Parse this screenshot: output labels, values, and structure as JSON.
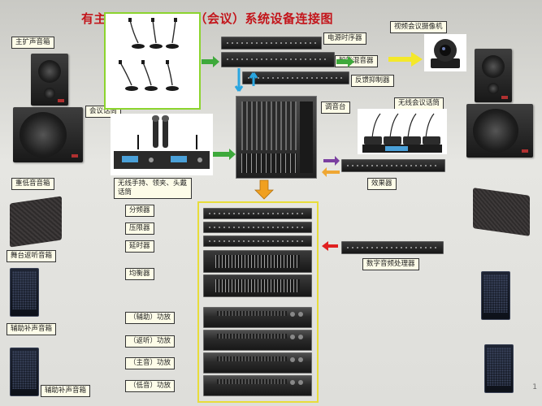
{
  "title": "有主席台式多功能厅（会议）系统设备连接图",
  "page_number": "1",
  "labels": {
    "main_speaker": "主扩声音箱",
    "conference_mic": "会议话筒",
    "subwoofer": "重低音音箱",
    "wireless_handheld": "无线手持、领夹、头戴话筒",
    "stage_monitor": "舞台返听音箱",
    "aux_fill_1": "辅助补声音箱",
    "aux_fill_2": "辅助补声音箱",
    "power_sequencer": "电源时序器",
    "smart_mixer": "智能混音器",
    "feedback_suppressor": "反馈抑制器",
    "video_camera": "视频会议摄像机",
    "mixing_console": "调音台",
    "wireless_conf_mic": "无线会议话筒",
    "effects": "效果器",
    "crossover": "分频器",
    "limiter": "压限器",
    "delay": "延时器",
    "equalizer": "均衡器",
    "digital_processor": "数字音频处理器",
    "amp_aux": "（辅助）功放",
    "amp_monitor": "（返听）功放",
    "amp_main": "（主音）功放",
    "amp_bass": "（低音）功放"
  },
  "colors": {
    "title": "#c3151b",
    "mic_box_border": "#8cd42e",
    "amp_box_border": "#e8dd3b",
    "arrow_green": "#3ea93b",
    "arrow_yellow": "#f4e82a",
    "arrow_blue": "#2aa6e0",
    "arrow_orange": "#f0a020",
    "arrow_red": "#e02020",
    "arrow_purple": "#7a3fa0"
  }
}
